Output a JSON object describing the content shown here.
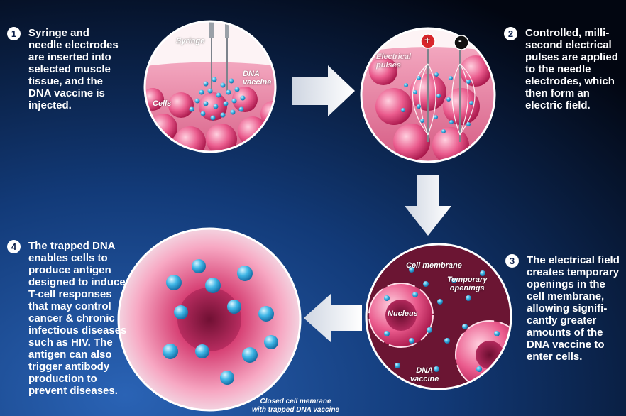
{
  "steps": [
    {
      "number": "1",
      "text": "Syringe and\nneedle electrodes\nare inserted into\nselected muscle\ntissue, and the\nDNA vaccine is\ninjected."
    },
    {
      "number": "2",
      "text": "Controlled, milli-\nsecond electrical\npulses are applied\nto the needle\nelectrodes, which\nthen form an\nelectric field."
    },
    {
      "number": "3",
      "text": "The electrical field\ncreates temporary\nopenings in the\ncell membrane,\nallowing signifi-\ncantly greater\namounts of the\nDNA vaccine to\nenter cells."
    },
    {
      "number": "4",
      "text": "The trapped DNA\nenables cells to\nproduce antigen\ndesigned to induce\nT-cell responses\nthat may control\ncancer & chronic\ninfectious diseases\nsuch as HIV. The\nantigen can also\ntrigger antibody\nproduction to\nprevent diseases."
    }
  ],
  "panel1_labels": {
    "syringe": "Syringe",
    "dna_vaccine": "DNA\nvaccine",
    "cells": "Cells"
  },
  "panel2_labels": {
    "electrical_pulses": "Electrical\npulses",
    "plus": "+",
    "minus": "-"
  },
  "panel3_labels": {
    "cell_membrane": "Cell membrane",
    "temporary_openings": "Temporary\nopenings",
    "nucleus": "Nucleus",
    "dna_vaccine": "DNA\nvaccine"
  },
  "panel4_caption": "Closed cell memrane\nwith trapped DNA vaccine",
  "colors": {
    "bg_dark": "#020611",
    "bg_blue": "#1d4f9a",
    "cell_pink": "#e0457a",
    "dna_blue": "#3fb6e6"
  },
  "icons": [
    "arrow-right-icon",
    "arrow-down-icon",
    "arrow-left-icon",
    "plus-electrode-icon",
    "minus-electrode-icon",
    "syringe-needle-icon"
  ]
}
